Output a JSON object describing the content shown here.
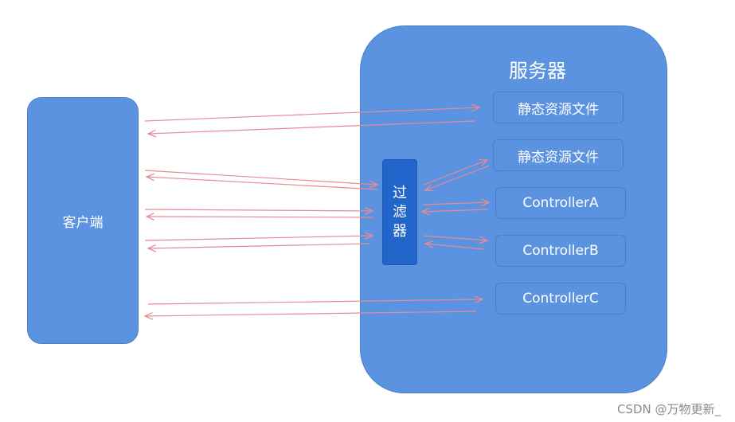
{
  "client": {
    "label": "客户端"
  },
  "server": {
    "title": "服务器"
  },
  "filter": {
    "chars": [
      "过",
      "滤",
      "器"
    ]
  },
  "targets": [
    {
      "label": "静态资源文件"
    },
    {
      "label": "静态资源文件"
    },
    {
      "label": "ControllerA"
    },
    {
      "label": "ControllerB"
    },
    {
      "label": "ControllerC"
    }
  ],
  "watermark": "CSDN @万物更新_",
  "colors": {
    "box_fill": "#5b93e0",
    "filter_fill": "#2266cc",
    "arrow": "#e88b94"
  }
}
